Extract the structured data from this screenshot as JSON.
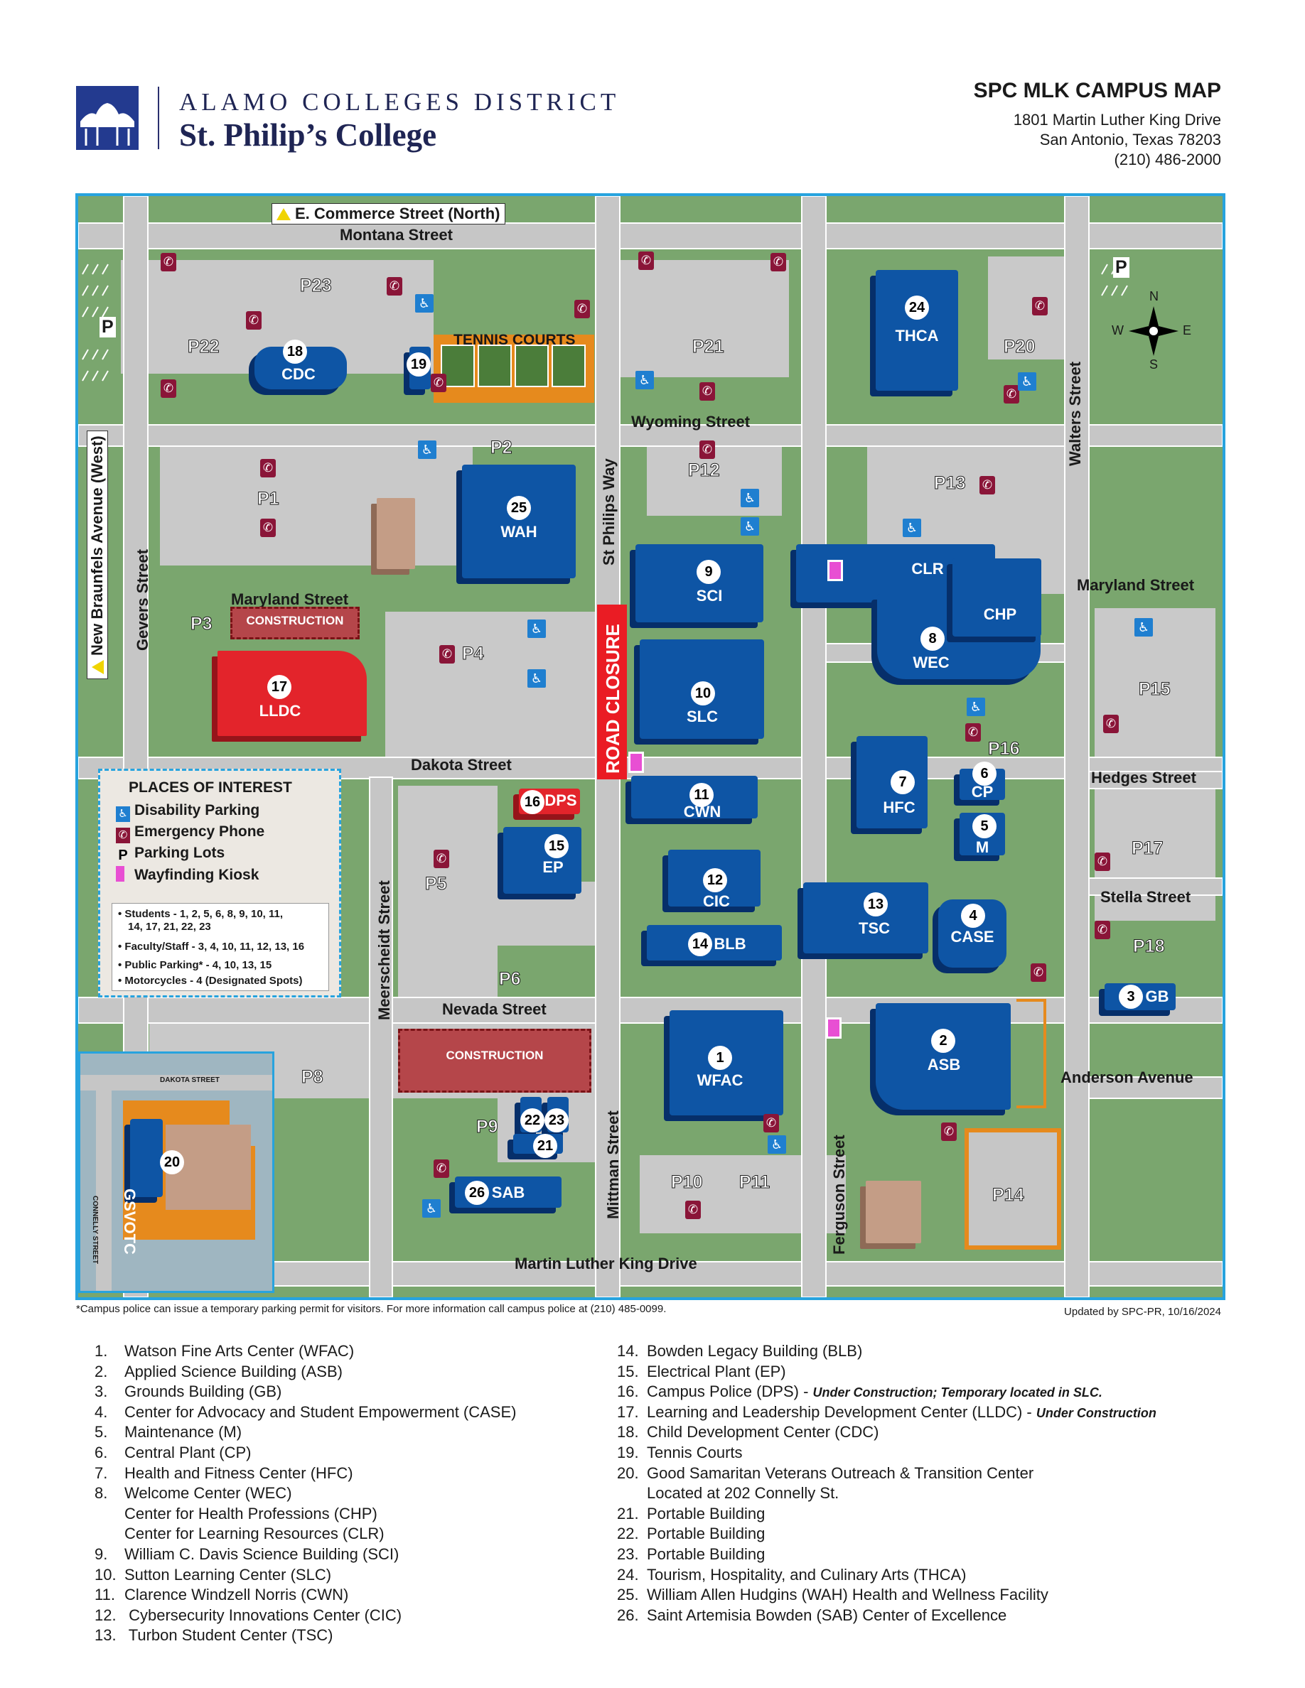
{
  "header": {
    "district": "ALAMO COLLEGES DISTRICT",
    "college": "St. Philip’s College",
    "title": "SPC MLK CAMPUS MAP",
    "address_line1": "1801 Martin Luther King Drive",
    "address_line2": "San Antonio, Texas 78203",
    "phone": "(210) 486-2000"
  },
  "streets": {
    "commerce": "E. Commerce Street (North)",
    "montana": "Montana Street",
    "wyoming": "Wyoming Street",
    "maryland_w": "Maryland Street",
    "maryland_e": "Maryland Street",
    "dakota": "Dakota Street",
    "hedges": "Hedges Street",
    "stella": "Stella Street",
    "nevada": "Nevada Street",
    "anderson": "Anderson Avenue",
    "mlk": "Martin Luther King Drive",
    "new_braunfels": "New Braunfels Avenue (West)",
    "gevers": "Gevers Street",
    "meerscheidt": "Meerscheidt Street",
    "st_philips": "St Philips Way",
    "mittman": "Mittman Street",
    "ferguson": "Ferguson Street",
    "walters": "Walters Street",
    "road_closure": "ROAD CLOSURE"
  },
  "inset": {
    "street_top": "DAKOTA STREET",
    "street_side": "CONNELLY STREET",
    "code": "GSVOTC",
    "number": "20"
  },
  "buildings": {
    "b1": {
      "num": "1",
      "code": "WFAC"
    },
    "b2": {
      "num": "2",
      "code": "ASB"
    },
    "b3": {
      "num": "3",
      "code": "GB"
    },
    "b4": {
      "num": "4",
      "code": "CASE"
    },
    "b5": {
      "num": "5",
      "code": "M"
    },
    "b6": {
      "num": "6",
      "code": "CP"
    },
    "b7": {
      "num": "7",
      "code": "HFC"
    },
    "b8": {
      "num": "8",
      "code": "WEC"
    },
    "b9": {
      "num": "9",
      "code": "SCI"
    },
    "b10": {
      "num": "10",
      "code": "SLC"
    },
    "b11": {
      "num": "11",
      "code": "CWN"
    },
    "b12": {
      "num": "12",
      "code": "CIC"
    },
    "b13": {
      "num": "13",
      "code": "TSC"
    },
    "b14": {
      "num": "14",
      "code": "BLB"
    },
    "b15": {
      "num": "15",
      "code": "EP"
    },
    "b16": {
      "num": "16",
      "code": "DPS"
    },
    "b17": {
      "num": "17",
      "code": "LLDC"
    },
    "b18": {
      "num": "18",
      "code": "CDC"
    },
    "b19": {
      "num": "19"
    },
    "b21": {
      "num": "21"
    },
    "b22": {
      "num": "22"
    },
    "b23": {
      "num": "23"
    },
    "b24": {
      "num": "24",
      "code": "THCA"
    },
    "b25": {
      "num": "25",
      "code": "WAH"
    },
    "b26": {
      "num": "26",
      "code": "SAB"
    },
    "clr": "CLR",
    "chp": "CHP",
    "tennis": "TENNIS COURTS",
    "construction1": "CONSTRUCTION",
    "construction2": "CONSTRUCTION"
  },
  "parking": [
    "P1",
    "P2",
    "P3",
    "P4",
    "P5",
    "P6",
    "P8",
    "P9",
    "P10",
    "P11",
    "P12",
    "P13",
    "P14",
    "P15",
    "P16",
    "P17",
    "P18",
    "P20",
    "P21",
    "P22",
    "P23"
  ],
  "parking_symbol": "P",
  "compass": {
    "n": "N",
    "s": "S",
    "e": "E",
    "w": "W"
  },
  "legend": {
    "title": "PLACES OF INTEREST",
    "items": [
      "Disability Parking",
      "Emergency Phone",
      "Parking Lots",
      "Wayfinding Kiosk"
    ],
    "lots": [
      "Students - 1, 2, 5, 6, 8, 9, 10, 11,",
      "14, 17, 21, 22, 23",
      "Faculty/Staff - 3, 4, 10, 11, 12, 13, 16",
      "Public Parking* - 4, 10, 13, 15",
      "Motorcycles - 4 (Designated Spots)"
    ]
  },
  "icons": {
    "disability": "disability-parking-icon",
    "phone": "emergency-phone-icon",
    "kiosk": "wayfinding-kiosk-icon",
    "parking": "parking-lot-icon"
  },
  "colors": {
    "building": "#0e55a5",
    "construction": "#e3242b",
    "grass": "#7aa66e",
    "road": "#c9c9c9",
    "frame": "#27a3de",
    "phone": "#8a1538",
    "kiosk": "#e84fd3"
  },
  "footnote": "*Campus police can issue a temporary parking permit for visitors. For more information call campus police at (210) 485-0099.",
  "updated": "Updated by SPC-PR, 10/16/2024",
  "building_list_left": [
    {
      "n": "1.",
      "t": "Watson Fine Arts Center (WFAC)"
    },
    {
      "n": "2.",
      "t": "Applied Science Building (ASB)"
    },
    {
      "n": "3.",
      "t": "Grounds Building (GB)"
    },
    {
      "n": "4.",
      "t": "Center for Advocacy and Student Empowerment (CASE)"
    },
    {
      "n": "5.",
      "t": "Maintenance (M)"
    },
    {
      "n": "6.",
      "t": "Central Plant (CP)"
    },
    {
      "n": "7.",
      "t": "Health and Fitness Center (HFC)"
    },
    {
      "n": "8.",
      "t": "Welcome Center (WEC)"
    },
    {
      "n": "",
      "t": "Center for Health Professions (CHP)"
    },
    {
      "n": "",
      "t": "Center for Learning Resources (CLR)"
    },
    {
      "n": "9.",
      "t": "William C. Davis Science Building (SCI)"
    },
    {
      "n": "10.",
      "t": "Sutton Learning Center (SLC)"
    },
    {
      "n": "11.",
      "t": "Clarence Windzell Norris (CWN)"
    },
    {
      "n": "12.",
      "t": " Cybersecurity Innovations Center (CIC)"
    },
    {
      "n": "13.",
      "t": " Turbon Student Center (TSC)"
    }
  ],
  "building_list_right": [
    {
      "n": "14.",
      "t": "Bowden Legacy Building (BLB)"
    },
    {
      "n": "15.",
      "t": "Electrical Plant (EP)"
    },
    {
      "n": "16.",
      "t": "Campus Police (DPS) - ",
      "note": "Under Construction; Temporary located in SLC."
    },
    {
      "n": "17.",
      "t": "Learning and Leadership Development Center (LLDC) - ",
      "note": "Under Construction"
    },
    {
      "n": "18.",
      "t": "Child Development Center (CDC)"
    },
    {
      "n": "19.",
      "t": "Tennis Courts"
    },
    {
      "n": "20.",
      "t": "Good Samaritan Veterans Outreach & Transition Center"
    },
    {
      "n": "",
      "t": "Located at 202 Connelly St."
    },
    {
      "n": "21.",
      "t": "Portable Building"
    },
    {
      "n": "22.",
      "t": "Portable Building"
    },
    {
      "n": "23.",
      "t": "Portable Building"
    },
    {
      "n": "24.",
      "t": "Tourism, Hospitality, and Culinary Arts (THCA)"
    },
    {
      "n": "25.",
      "t": "William Allen Hudgins (WAH) Health and Wellness Facility"
    },
    {
      "n": "26.",
      "t": "Saint Artemisia Bowden (SAB) Center of Excellence"
    }
  ]
}
